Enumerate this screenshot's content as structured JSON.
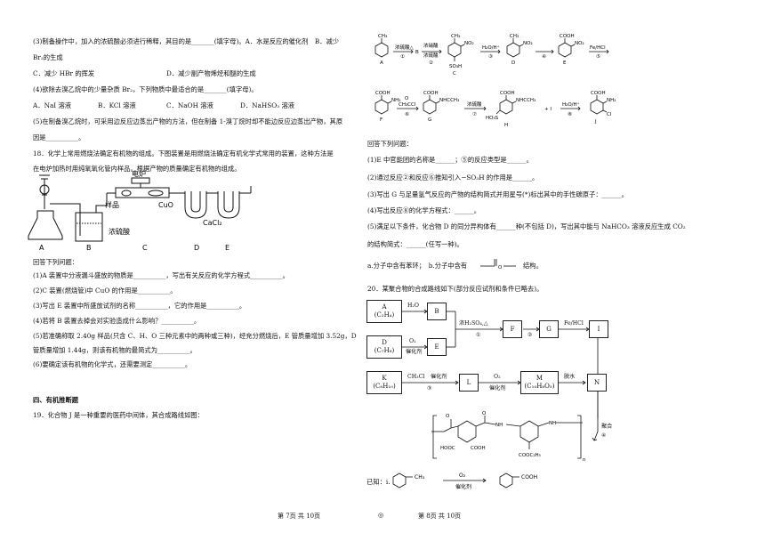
{
  "left": {
    "q17_3": "(3)制备操作中，加入的浓硫酸必须进行稀释，其目的是_______(填字母)。A．水是反应的催化剂　B．减少",
    "q17_3b": "Br₂的生成",
    "q17_3c": "C．减少 HBr 的挥发",
    "q17_3d": "D．减少副产物烯烃和醚的生成",
    "q17_4": "(4)欲除去溴乙烷中的少量杂质 Br₂，下列物质中最适合的是_______(填字母)。",
    "q17_4a": "A．NaI 溶液",
    "q17_4b": "B．KCl 溶液",
    "q17_4c": "C．NaOH 溶液",
    "q17_4d": "D．NaHSO₃ 溶液",
    "q17_5": "(5)在制备溴乙烷时，可采用边反应边蒸出产物的方法，但在制备 1-溴丁烷时却不能边反应边蒸出产物，其原",
    "q17_5b": "因是__________。",
    "q18_intro": "18．化学上常用燃烧法确定有机物的组成。下图装置是用燃烧法确定有机化学式常用的装置，这种方法是",
    "q18_intro2": "在电炉加热时用纯氧氧化管内样品。根据产物的质量确定有机物的组成。",
    "app": {
      "furnace": "电炉",
      "sample": "样品",
      "cuo": "CuO",
      "acid": "浓硫酸",
      "cacl2": "CaCl₂",
      "A": "A",
      "B": "B",
      "C": "C",
      "D": "D",
      "E": "E"
    },
    "answer": "回答下列问题：",
    "q18_1": "(1)A 装置中分液漏斗盛放的物质是__________，写出有关反应的化学方程式__________。",
    "q18_2": "(2)C 装置(燃烧管)中 CuO 的作用是__________。",
    "q18_3": "(3)写出 E 装置中所盛放试剂的名称__________，它的作用是__________。",
    "q18_4": "(4)若将 B 装置去掉会对实验造成什么影响？__________。",
    "q18_5": "(5)若准确称取 2.40g 样品(只含 C、H、O 三种元素中的两种或三种)，经充分燃烧后，E 管质量增加 3.52g，D",
    "q18_5b": "管质量增加 1.44g，则该有机物的最简式为__________。",
    "q18_6": "(6)要确定该有机物的化学式，还需要测定__________。",
    "sec4": "四、有机推断题",
    "q19": "19．化合物 J 是一种重要的医药中间体，其合成路线如图："
  },
  "right": {
    "s1": {
      "cond1": "浓硫酸△",
      "cond2a": "浓硝酸",
      "cond2b": "浓硫酸",
      "n1": "①",
      "n2": "②",
      "n3": "③",
      "n4": "④",
      "n5": "⑤",
      "cond3": "H₂O/H⁺",
      "cond5": "Fe/HCl",
      "A": "A",
      "B": "B",
      "C": "C",
      "D": "D",
      "E": "E",
      "CH3": "CH₃",
      "NO2": "NO₂",
      "SO3H": "SO₃H",
      "COOH": "COOH"
    },
    "s2": {
      "F": "F",
      "G": "G",
      "H": "H",
      "I": "I",
      "J": "J",
      "n6": "⑥",
      "n7": "⑦",
      "n8": "⑧",
      "cond6": "CH₃CCl",
      "cond6o": "O",
      "cond7": "浓硫酸",
      "cond8": "H₂O/H⁺",
      "NH2": "NH₂",
      "NHCCH3": "NHCCH₃",
      "Cl": "Cl",
      "HO3S": "HO₃S",
      "COOH": "COOH",
      "O": "O",
      "plusI": "+ I"
    },
    "answer": "回答下列问题：",
    "r1": "(1)E 中官能团的名称是______；⑤的反应类型是______。",
    "r2": "(2)通过反应②和反应⑥推知引入−SO₃H 的作用是______。",
    "r3": "(3)写出 G 与足量氢气反应的产物的结构简式并用星号(*)标出其中的手性碳原子：______。",
    "r4": "(4)写出反应⑧的化学方程式：______。",
    "r5": "(5)满足以下条件，化合物 D 的同分异构体有______种(不包括 D)，写出其中能与 NaHCO₃ 溶液反应生成 CO₂",
    "r5b": "的结构简式：______(任写一种)。",
    "r5c": "a.分子中含有苯环；　b.分子中含有",
    "r5d": "结构。",
    "q20": "20．某聚合物的合成路线如下(部分反应试剂和条件已略去)。",
    "boxes": {
      "A": [
        "A",
        "(C₂H₄)"
      ],
      "B": [
        "B"
      ],
      "D": [
        "D",
        "(C₇H₈)"
      ],
      "E": [
        "E"
      ],
      "F": [
        "F"
      ],
      "G": [
        "G"
      ],
      "I": [
        "I"
      ],
      "K": [
        "K",
        "(C₈H₁₀)"
      ],
      "L": [
        "L"
      ],
      "M": [
        "M",
        "(C₁₀H₈O₅)"
      ],
      "N": [
        "N"
      ]
    },
    "c_h2o": "H₂O",
    "c_o2": "O₂",
    "c_cat": "催化剂",
    "c_acid": "浓H₂SO₄,△",
    "c_n1": "①",
    "c_n2": "②",
    "c_fe": "Fe/HCl",
    "c_ch3cl": "CH₃Cl",
    "c_cat3": "催化剂",
    "c_n3": "③",
    "c_o2b": "O₂",
    "c_catb": "催化剂",
    "c_dehyd": "脱水",
    "c_poly": "聚合",
    "c_n4": "④",
    "poly": {
      "hooc": "HOOC",
      "cooh": "COOH",
      "nh": "NH",
      "nh2": "NH",
      "cooc2h5": "COOC₂H₅",
      "n": "n",
      "o1": "O",
      "o2": "O"
    },
    "known": "已知：i.",
    "known_ch3": "CH₃",
    "known_o2": "O₂",
    "known_cat": "催化剂",
    "known_cooh": "COOH"
  },
  "footer": {
    "left": "第 7页  共 10页",
    "center": "◎",
    "right": "第 8页  共 10页"
  }
}
